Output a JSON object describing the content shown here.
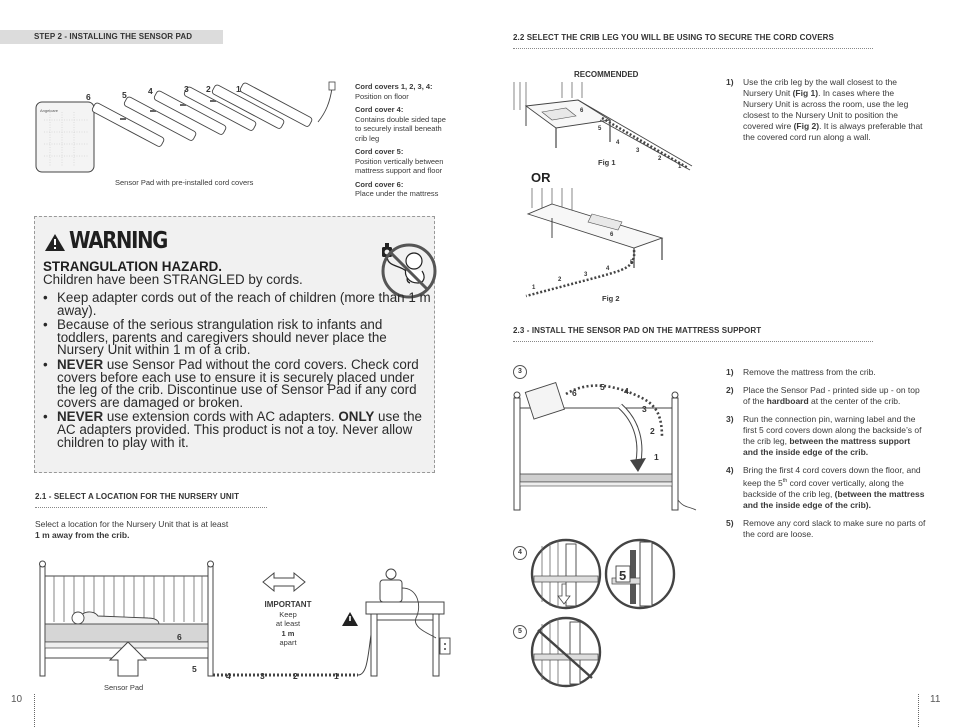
{
  "left": {
    "step_title": "STEP 2 - INSTALLING THE SENSOR PAD",
    "sensor_caption": "Sensor Pad with pre-installed cord covers",
    "pad_numbers": [
      "6",
      "5",
      "4",
      "3",
      "2",
      "1"
    ],
    "pad_logo": "Angelcare",
    "covers": [
      {
        "title": "Cord covers 1, 2, 3, 4:",
        "text": "Position on floor"
      },
      {
        "title": "Cord cover 4:",
        "text": "Contains double sided tape to securely install beneath crib leg"
      },
      {
        "title": "Cord cover 5:",
        "text": "Position vertically between mattress support and floor"
      },
      {
        "title": "Cord cover 6:",
        "text": "Place under the mattress"
      }
    ],
    "warning": {
      "heading": "WARNING",
      "hazard": "STRANGULATION HAZARD.",
      "subtitle": "Children have been STRANGLED by cords.",
      "bullets": [
        {
          "bold": "",
          "text": "Keep adapter cords out of the reach of children (more than 1 m away).",
          "bold2": "",
          "text2": ""
        },
        {
          "bold": "",
          "text": "Because of the serious strangulation risk to infants and toddlers, parents and caregivers should never place the Nursery Unit within 1 m of a crib.",
          "bold2": "",
          "text2": ""
        },
        {
          "bold": "NEVER",
          "text": " use Sensor Pad without the cord covers. Check cord covers before each use to ensure it is securely placed under the leg of the crib. Discontinue use of Sensor Pad if any cord covers are damaged or broken.",
          "bold2": "",
          "text2": ""
        },
        {
          "bold": "NEVER",
          "text": " use extension cords with AC adapters. ",
          "bold2": "ONLY",
          "text2": " use the AC adapters provided. This product is not a toy. Never allow children to play with it."
        }
      ]
    },
    "section21_title": "2.1 - SELECT A LOCATION FOR THE NURSERY UNIT",
    "section21_text": "Select a location for the Nursery Unit that is at least ",
    "section21_bold": "1 m away from the crib.",
    "important": {
      "title": "IMPORTANT",
      "l1": "Keep",
      "l2": "at least",
      "l3": "1 m",
      "l4": "apart"
    },
    "crib_caption": "Sensor Pad",
    "floor_numbers": [
      "4",
      "3",
      "2",
      "1"
    ],
    "crib_numbers": {
      "six": "6",
      "five": "5"
    },
    "page_number": "10"
  },
  "right": {
    "section22_title": "2.2 SELECT THE CRIB LEG YOU WILL BE USING TO SECURE THE CORD COVERS",
    "recommended": "RECOMMENDED",
    "fig1": "Fig 1",
    "or": "OR",
    "fig2": "Fig 2",
    "fig1_numbers": [
      "6",
      "5",
      "4",
      "3",
      "2",
      "1"
    ],
    "fig2_numbers": [
      "6",
      "5",
      "4",
      "3",
      "2",
      "1"
    ],
    "s22_num": "1)",
    "s22_text_a": "Use the crib leg by the wall closest to the Nursery Unit ",
    "s22_bold_a": "(Fig 1)",
    "s22_text_b": ". In cases where the Nursery Unit is across the room, use the leg closest to the Nursery Unit to position the covered wire ",
    "s22_bold_b": "(Fig 2)",
    "s22_text_c": ". It is always preferable that the covered cord run along a wall.",
    "section23_title": "2.3 - INSTALL THE SENSOR PAD ON THE MATTRESS SUPPORT",
    "badges": [
      "3",
      "4",
      "5"
    ],
    "fig3_numbers": [
      "6",
      "5",
      "4",
      "3",
      "2",
      "1"
    ],
    "fig4_number": "5",
    "steps": [
      {
        "n": "1)",
        "parts": [
          {
            "b": false,
            "t": "Remove the mattress from the crib."
          }
        ]
      },
      {
        "n": "2)",
        "parts": [
          {
            "b": false,
            "t": "Place the Sensor Pad - printed side up - on top of the "
          },
          {
            "b": true,
            "t": "hardboard"
          },
          {
            "b": false,
            "t": " at the center of the crib."
          }
        ]
      },
      {
        "n": "3)",
        "parts": [
          {
            "b": false,
            "t": "Run the connection pin, warning label and the first 5 cord covers down along the backside’s of the crib leg, "
          },
          {
            "b": true,
            "t": "between the mattress support and the inside edge of the crib."
          }
        ]
      },
      {
        "n": "4)",
        "parts": [
          {
            "b": false,
            "t": "Bring the first 4 cord covers down the floor, and keep the 5"
          },
          {
            "b": false,
            "sup": "th"
          },
          {
            "b": false,
            "t": " cord cover vertically, along the backside of the crib leg, "
          },
          {
            "b": true,
            "t": "(between the mattress and the inside edge of the crib)."
          }
        ]
      },
      {
        "n": "5)",
        "parts": [
          {
            "b": false,
            "t": "Remove any cord slack to make sure no parts of the cord are loose."
          }
        ]
      }
    ],
    "page_number": "11"
  }
}
